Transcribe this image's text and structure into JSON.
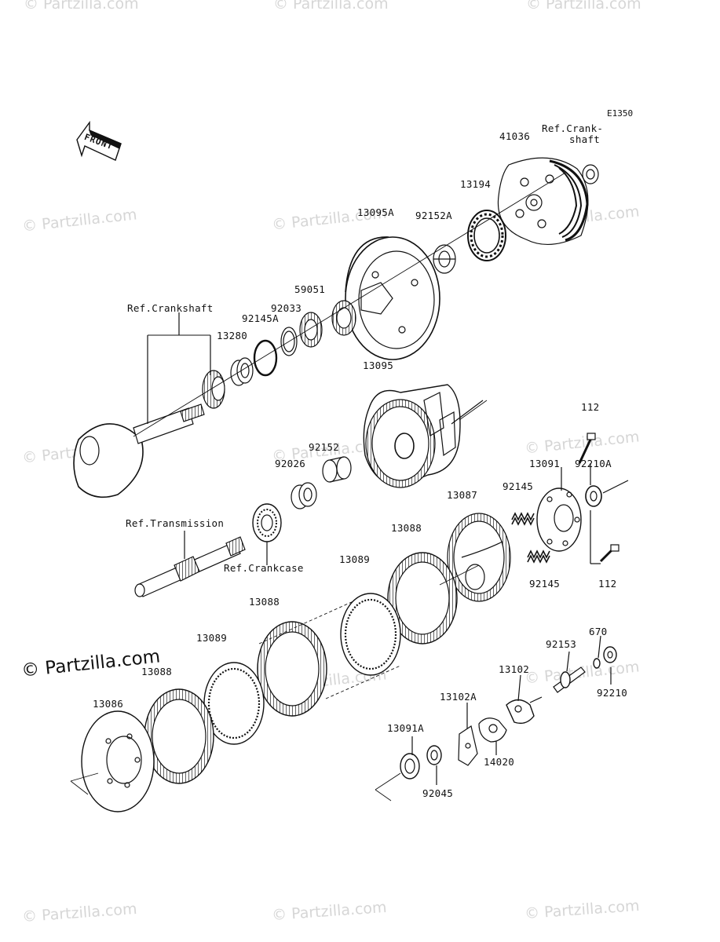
{
  "diagram_code": "E1350",
  "front_label": "FRONT",
  "main_watermark": "© Partzilla.com",
  "bg_watermark": "© Partzilla.com",
  "labels": {
    "p41036": "41036",
    "ref_crank_shaft_a": "Ref.Crank-",
    "ref_crank_shaft_b": "shaft",
    "p13194": "13194",
    "p13095A": "13095A",
    "p92152A": "92152A",
    "p59051": "59051",
    "p92033": "92033",
    "p92145A": "92145A",
    "p13280": "13280",
    "ref_crankshaft": "Ref.Crankshaft",
    "p13095": "13095",
    "p112_top": "112",
    "p92152": "92152",
    "p92026": "92026",
    "p13091": "13091",
    "p92210A": "92210A",
    "p92145_top": "92145",
    "p13087": "13087",
    "ref_transmission": "Ref.Transmission",
    "p13088_mid": "13088",
    "p92145_bot": "92145",
    "p112_bot": "112",
    "ref_crankcase": "Ref.Crankcase",
    "p13089_mid": "13089",
    "p13088_left": "13088",
    "p670": "670",
    "p92153": "92153",
    "p13089_left": "13089",
    "p13102": "13102",
    "p92210": "92210",
    "p13088_low": "13088",
    "p13102A": "13102A",
    "p13086": "13086",
    "p13091A": "13091A",
    "p14020": "14020",
    "p92045": "92045"
  }
}
